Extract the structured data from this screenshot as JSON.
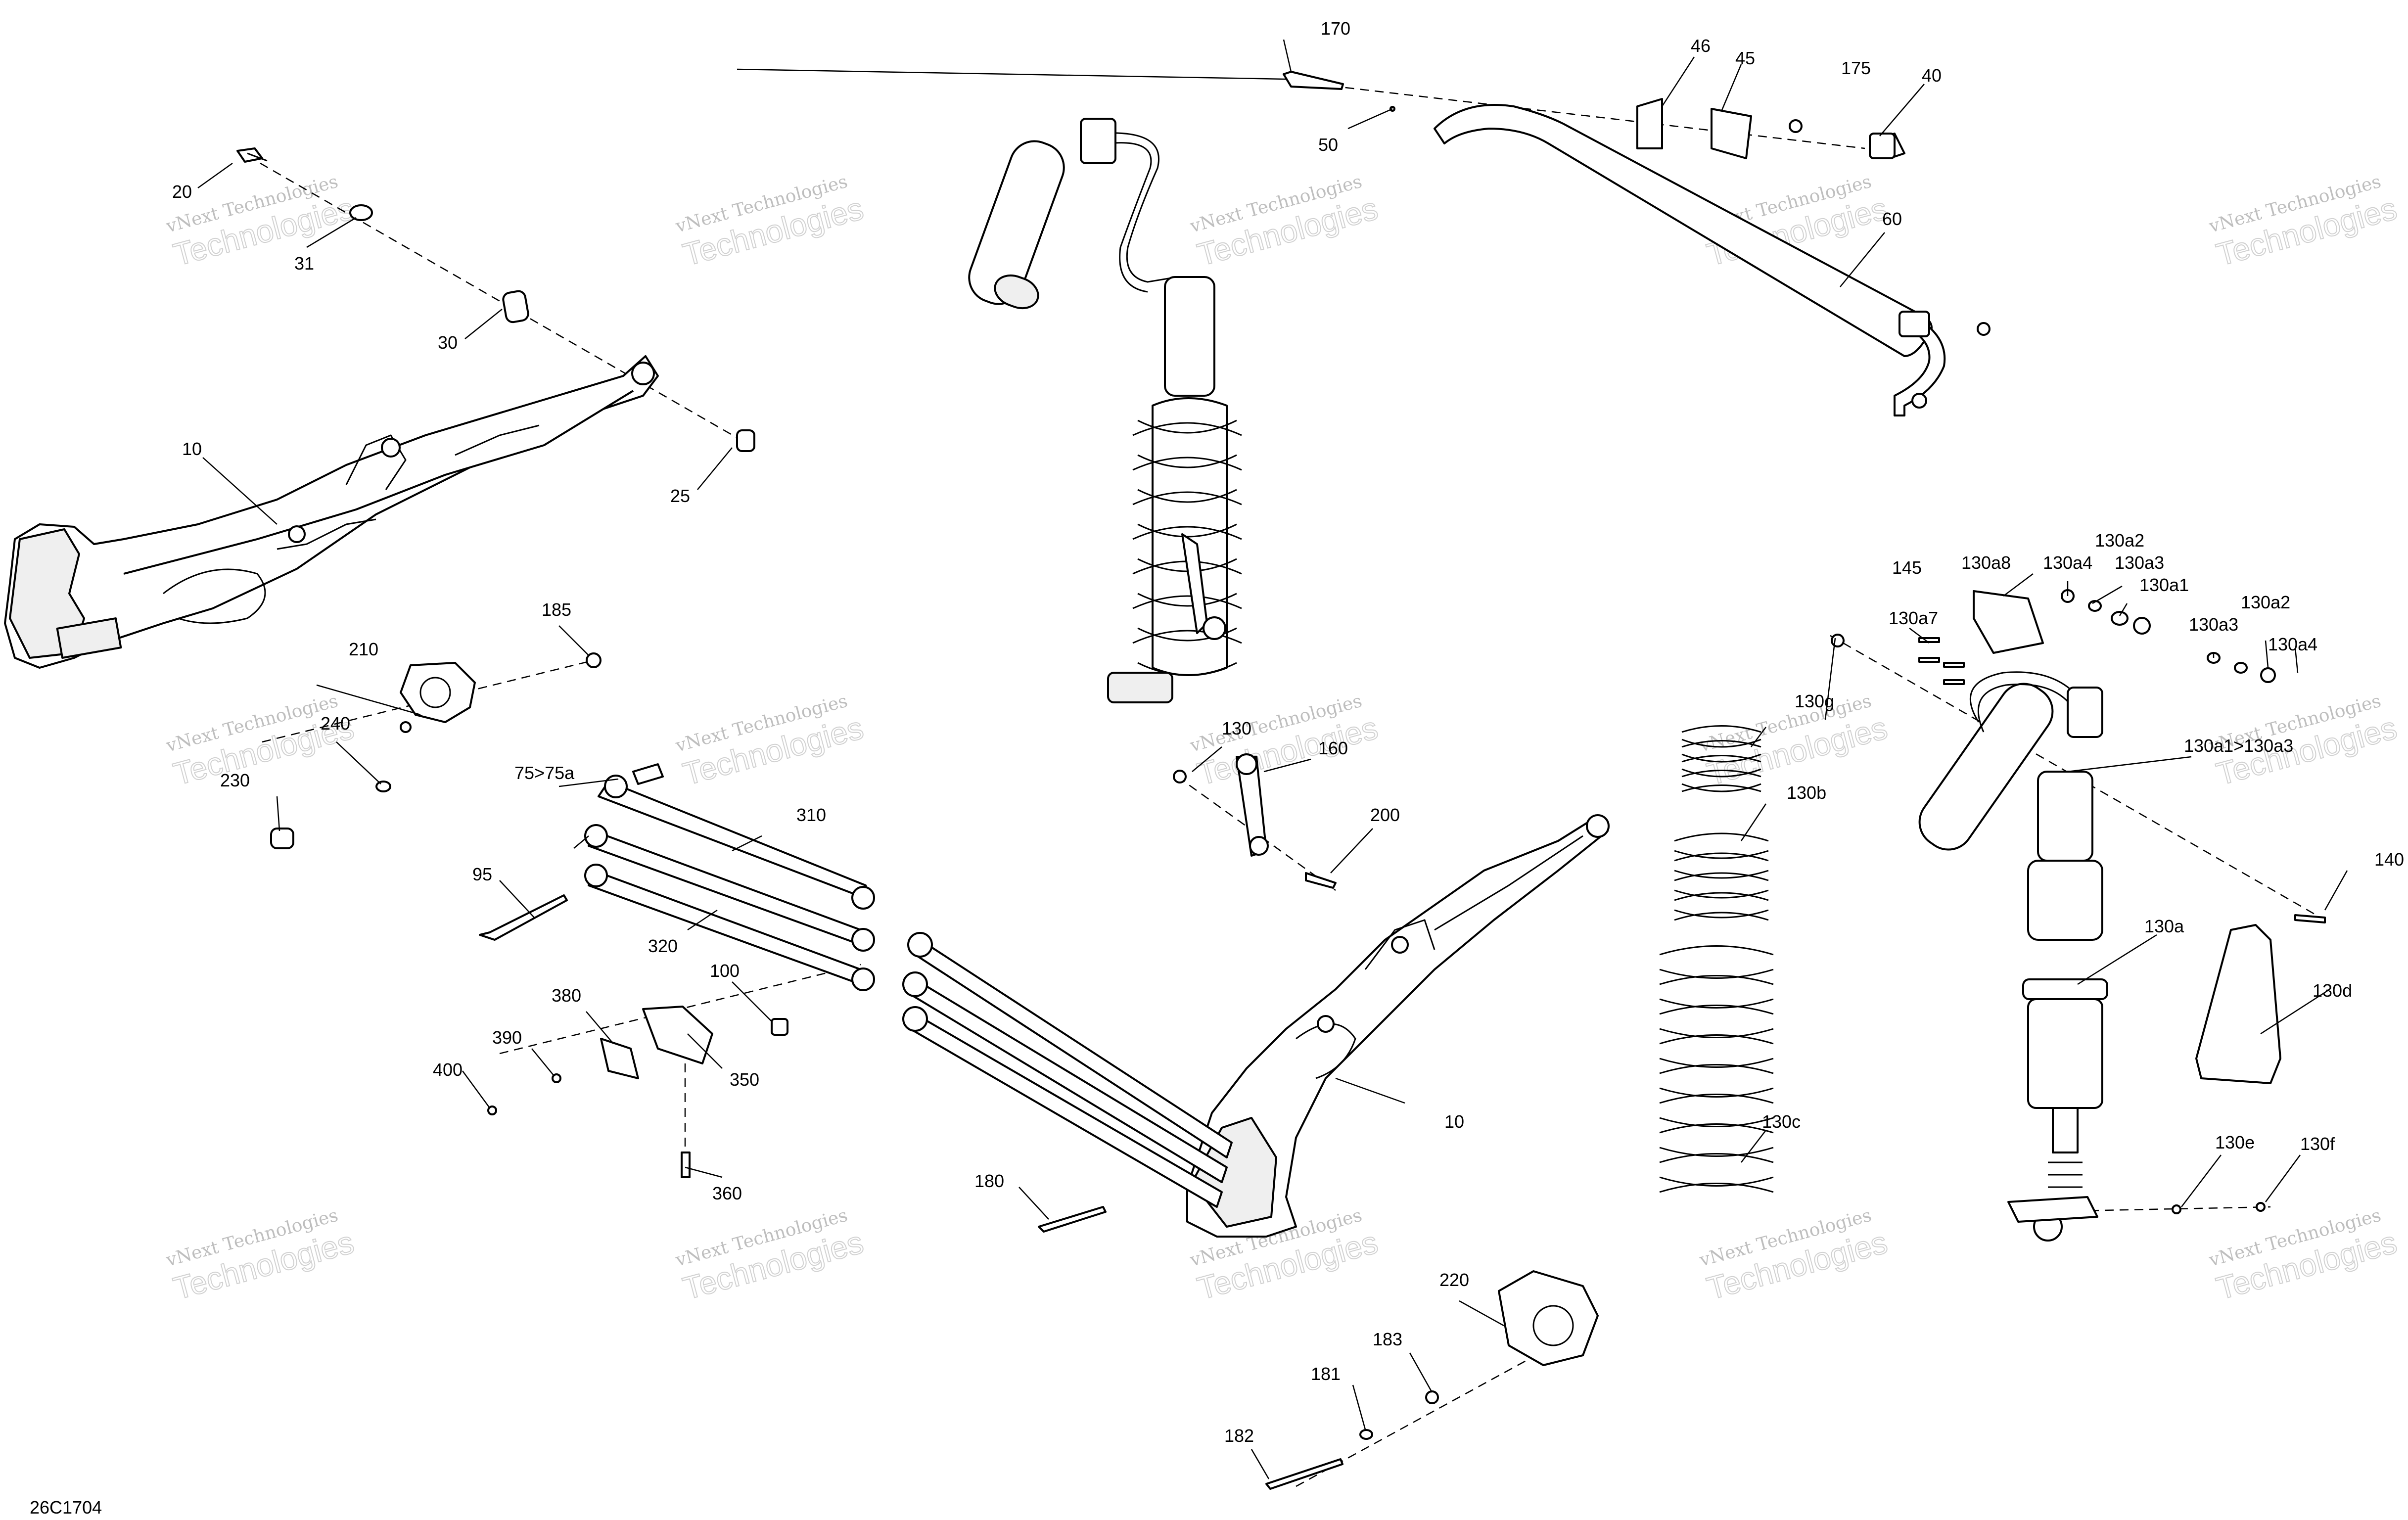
{
  "diagram_code": "26C1704",
  "watermark": {
    "line1": "vNext Technologies",
    "line2": "Technologies"
  },
  "callouts": {
    "c10a": "10",
    "c20": "20",
    "c25": "25",
    "c30": "30",
    "c31": "31",
    "c40": "40",
    "c45": "45",
    "c46": "46",
    "c50": "50",
    "c60": "60",
    "c75": "75>75a",
    "c95": "95",
    "c100": "100",
    "c10b": "10",
    "c130": "130",
    "c130a": "130a",
    "c130a1": "130a1",
    "c130a1_130a3": "130a1>130a3",
    "c130a2a": "130a2",
    "c130a2b": "130a2",
    "c130a3a": "130a3",
    "c130a3b": "130a3",
    "c130a4a": "130a4",
    "c130a4b": "130a4",
    "c130a7": "130a7",
    "c130a8": "130a8",
    "c130b": "130b",
    "c130c": "130c",
    "c130d": "130d",
    "c130e": "130e",
    "c130f": "130f",
    "c130g": "130g",
    "c140": "140",
    "c145": "145",
    "c160": "160",
    "c170": "170",
    "c175": "175",
    "c180": "180",
    "c181": "181",
    "c182": "182",
    "c183": "183",
    "c185": "185",
    "c200": "200",
    "c210": "210",
    "c220": "220",
    "c230": "230",
    "c240": "240",
    "c310": "310",
    "c320": "320",
    "c350": "350",
    "c360": "360",
    "c380": "380",
    "c390": "390",
    "c400": "400"
  }
}
